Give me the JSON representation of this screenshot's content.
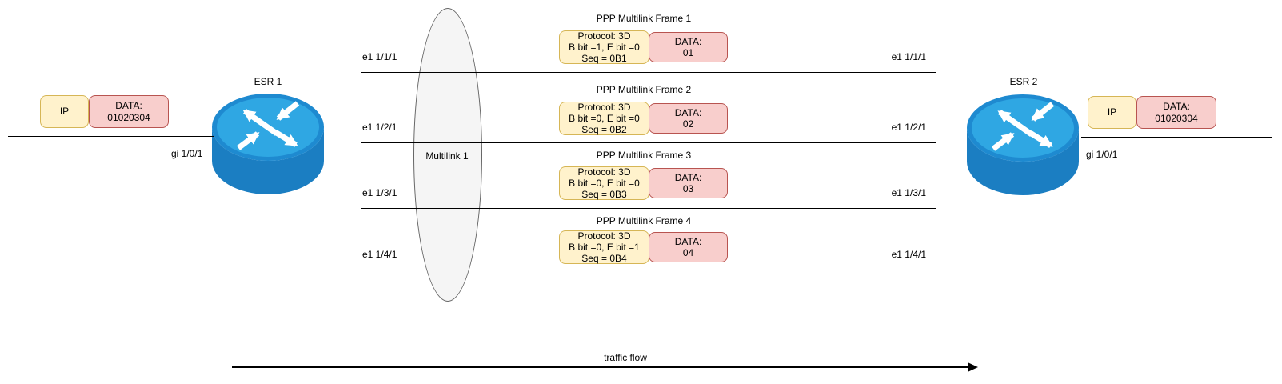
{
  "left_packet": {
    "header": "IP",
    "data_label": "DATA:",
    "data_value": "01020304"
  },
  "right_packet": {
    "header": "IP",
    "data_label": "DATA:",
    "data_value": "01020304"
  },
  "routers": {
    "left_label": "ESR 1",
    "right_label": "ESR 2",
    "left_interface": "gi 1/0/1",
    "right_interface": "gi 1/0/1"
  },
  "multilink": {
    "label": "Multilink 1"
  },
  "links": [
    {
      "left_label": "e1 1/1/1",
      "right_label": "e1 1/1/1",
      "frame": {
        "title": "PPP Multilink Frame 1",
        "protocol": "Protocol: 3D",
        "bits": "B bit =1, E bit =0",
        "seq": "Seq = 0B1",
        "data_label": "DATA:",
        "data_value": "01"
      }
    },
    {
      "left_label": "e1 1/2/1",
      "right_label": "e1 1/2/1",
      "frame": {
        "title": "PPP Multilink Frame 2",
        "protocol": "Protocol: 3D",
        "bits": "B bit =0, E bit =0",
        "seq": "Seq = 0B2",
        "data_label": "DATA:",
        "data_value": "02"
      }
    },
    {
      "left_label": "e1 1/3/1",
      "right_label": "e1 1/3/1",
      "frame": {
        "title": "PPP Multilink Frame 3",
        "protocol": "Protocol: 3D",
        "bits": "B bit =0, E bit =0",
        "seq": "Seq = 0B3",
        "data_label": "DATA:",
        "data_value": "03"
      }
    },
    {
      "left_label": "e1 1/4/1",
      "right_label": "e1 1/4/1",
      "frame": {
        "title": "PPP Multilink Frame 4",
        "protocol": "Protocol: 3D",
        "bits": "B bit =0, E bit =1",
        "seq": "Seq = 0B4",
        "data_label": "DATA:",
        "data_value": "04"
      }
    }
  ],
  "traffic_flow_label": "traffic flow",
  "colors": {
    "header_fill": "#fff2cc",
    "header_border": "#d6b656",
    "data_fill": "#f8cecc",
    "data_border": "#b85450",
    "router_top": "#2fa7e3",
    "router_body": "#1b7ec2",
    "ellipse_fill": "#f5f5f5",
    "line": "#000000"
  }
}
